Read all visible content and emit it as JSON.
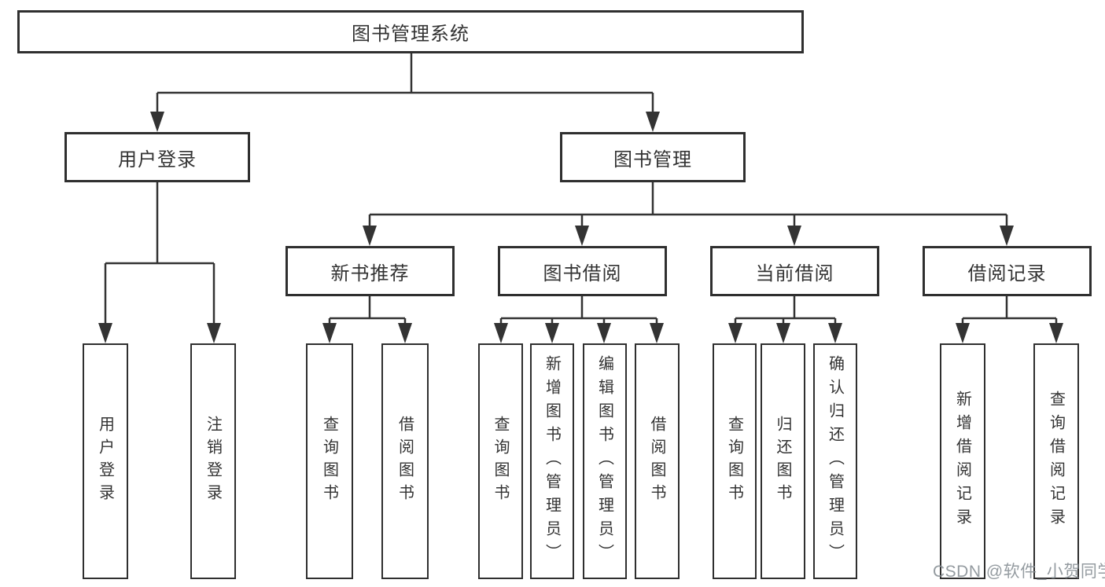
{
  "colors": {
    "background": "#ffffff",
    "line": "#333333",
    "box_border": "#2f2f2f",
    "text": "#333333",
    "watermark": "#8b9298"
  },
  "nodes": {
    "root": "图书管理系统",
    "user_login": "用户登录",
    "book_mgmt": "图书管理",
    "leaf_user_login": "用户登录",
    "leaf_logout": "注销登录",
    "new_book_rec": "新书推荐",
    "book_borrow": "图书借阅",
    "current_borrow": "当前借阅",
    "borrow_record": "借阅记录",
    "nbr_query_book": "查询图书",
    "nbr_borrow_book": "借阅图书",
    "bb_query_book": "查询图书",
    "bb_add_book": "新增图书（管理员）",
    "bb_edit_book": "编辑图书（管理员）",
    "bb_borrow_book": "借阅图书",
    "cb_query_book": "查询图书",
    "cb_return_book": "归还图书",
    "cb_confirm_return": "确认归还（管理员）",
    "br_add_record": "新增借阅记录",
    "br_query_record": "查询借阅记录"
  },
  "hierarchy": [
    {
      "parent": "图书管理系统",
      "children": [
        "用户登录",
        "图书管理"
      ]
    },
    {
      "parent": "用户登录",
      "children": [
        "用户登录",
        "注销登录"
      ]
    },
    {
      "parent": "图书管理",
      "children": [
        "新书推荐",
        "图书借阅",
        "当前借阅",
        "借阅记录"
      ]
    },
    {
      "parent": "新书推荐",
      "children": [
        "查询图书",
        "借阅图书"
      ]
    },
    {
      "parent": "图书借阅",
      "children": [
        "查询图书",
        "新增图书（管理员）",
        "编辑图书（管理员）",
        "借阅图书"
      ]
    },
    {
      "parent": "当前借阅",
      "children": [
        "查询图书",
        "归还图书",
        "确认归还（管理员）"
      ]
    },
    {
      "parent": "借阅记录",
      "children": [
        "新增借阅记录",
        "查询借阅记录"
      ]
    }
  ],
  "watermark": "CSDN @软件_小贺同学"
}
